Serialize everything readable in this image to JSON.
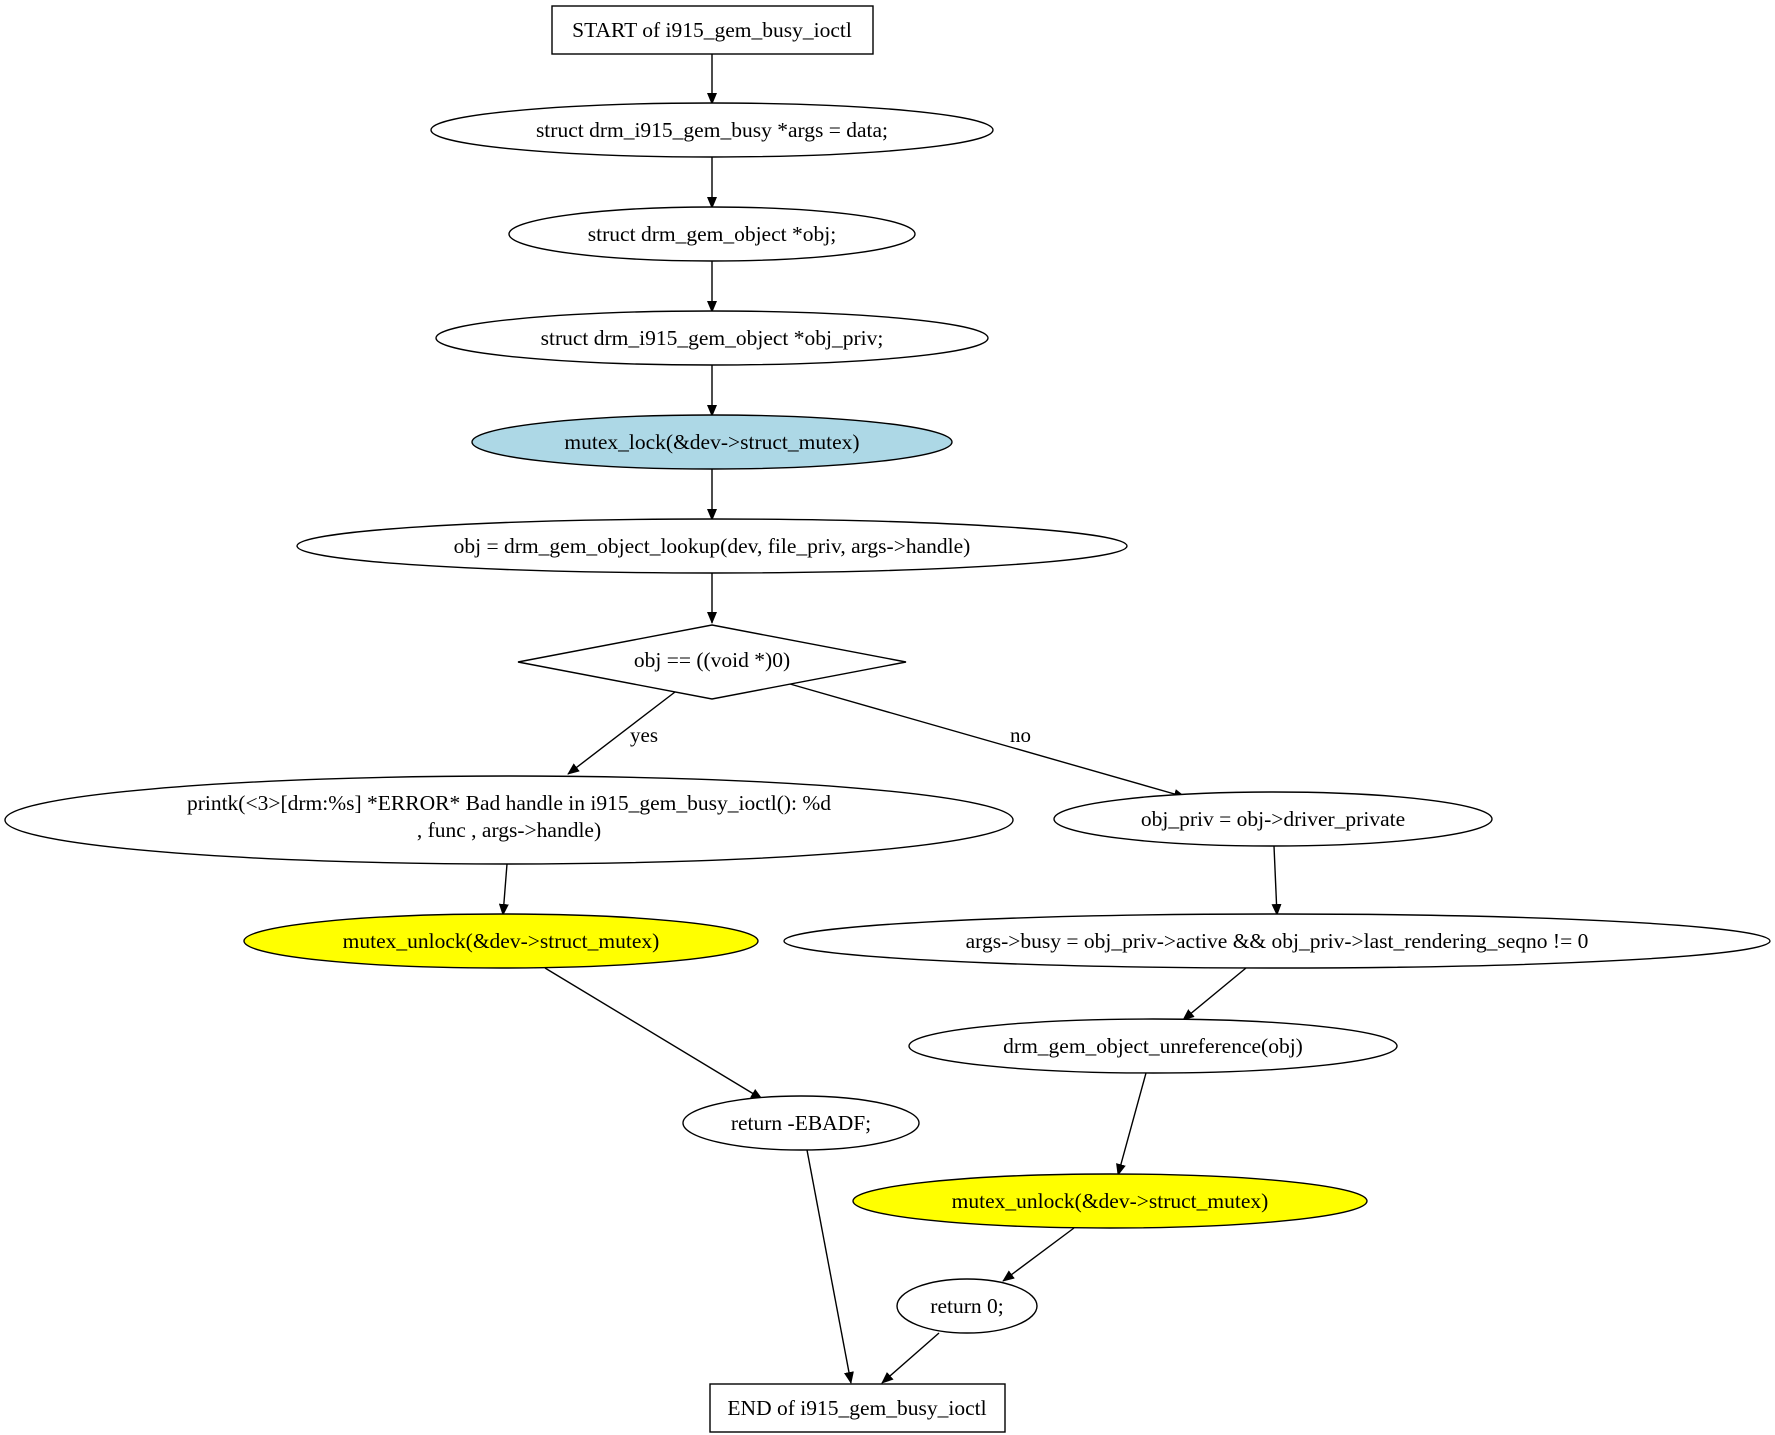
{
  "colors": {
    "default_fill": "#ffffff",
    "lock_fill": "#add8e6",
    "unlock_fill": "#ffff00",
    "stroke": "#000000"
  },
  "nodes": {
    "start": "START of i915_gem_busy_ioctl",
    "args_decl": "struct drm_i915_gem_busy *args = data;",
    "obj_decl": "struct drm_gem_object *obj;",
    "obj_priv_decl": "struct drm_i915_gem_object *obj_priv;",
    "mutex_lock": "mutex_lock(&dev->struct_mutex)",
    "lookup": "obj = drm_gem_object_lookup(dev, file_priv, args->handle)",
    "null_check": "obj == ((void *)0)",
    "printk_line1": "printk(<3>[drm:%s] *ERROR* Bad handle in i915_gem_busy_ioctl(): %d",
    "printk_line2": ",      func     , args->handle)",
    "unlock_error": "mutex_unlock(&dev->struct_mutex)",
    "return_ebadf": "return -EBADF;",
    "obj_priv_assign": "obj_priv = obj->driver_private",
    "busy_assign": "args->busy = obj_priv->active && obj_priv->last_rendering_seqno != 0",
    "unreference": "drm_gem_object_unreference(obj)",
    "unlock_ok": "mutex_unlock(&dev->struct_mutex)",
    "return_zero": "return 0;",
    "end": "END of i915_gem_busy_ioctl"
  },
  "edge_labels": {
    "yes": "yes",
    "no": "no"
  }
}
